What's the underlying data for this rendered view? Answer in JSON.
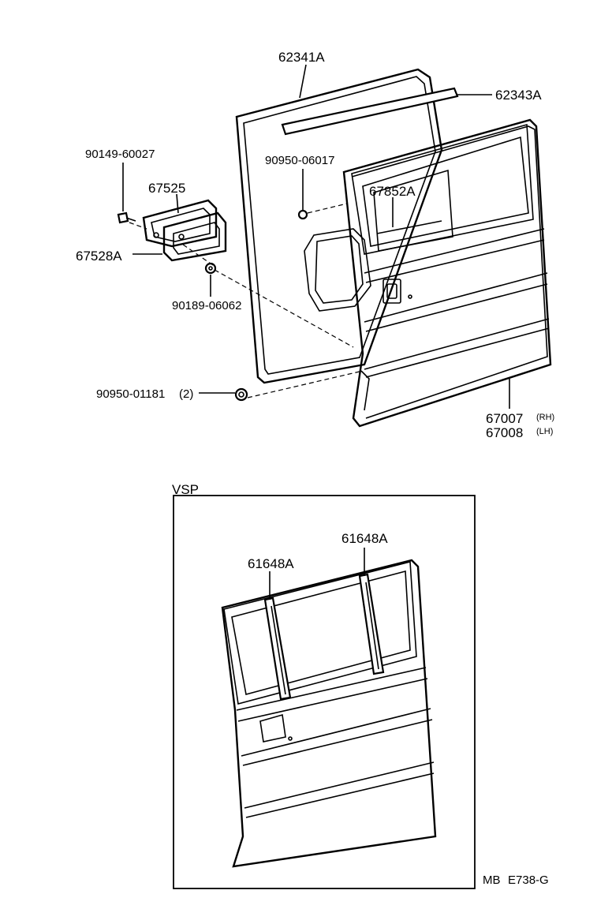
{
  "parts": {
    "weatherstrip": "62341A",
    "belt_molding": "62343A",
    "bolt": "90149-60027",
    "handle_cover": "67525",
    "handle_pad": "67528A",
    "nut": "90950-06017",
    "service_hole_cover": "67852A",
    "clip": "90189-06062",
    "grommet": "90950-01181",
    "grommet_qty": "(2)",
    "door_panel_rh": "67007",
    "door_panel_rh_side": "(RH)",
    "door_panel_lh": "67008",
    "door_panel_lh_side": "(LH)"
  },
  "inset": {
    "title": "VSP",
    "part_left": "61648A",
    "part_right": "61648A"
  },
  "footer": {
    "code_left": "MB",
    "code_right": "E738-G"
  }
}
